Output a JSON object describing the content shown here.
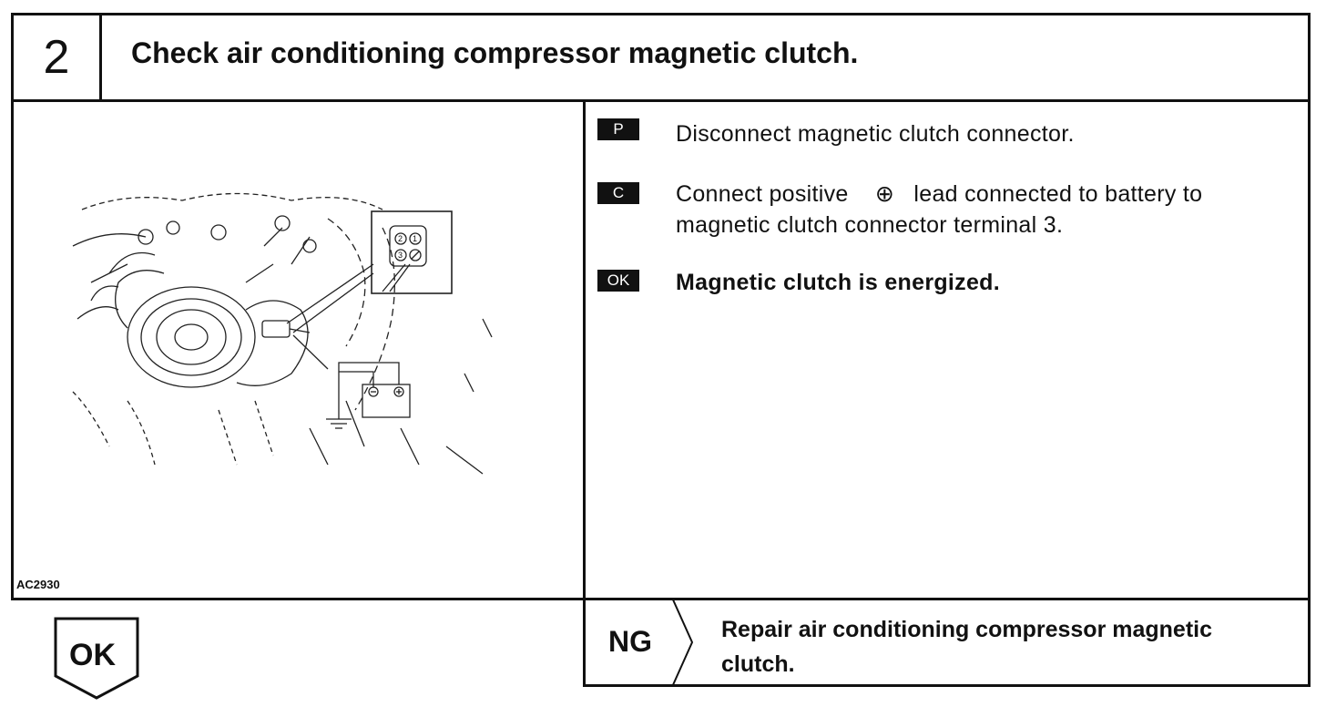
{
  "step": {
    "number": "2",
    "title": "Check air conditioning compressor magnetic clutch."
  },
  "figure": {
    "label": "AC2930",
    "connector_terminals": [
      "2",
      "1",
      "3"
    ]
  },
  "instructions": [
    {
      "badge": "P",
      "text": "Disconnect magnetic clutch connector."
    },
    {
      "badge": "C",
      "line1_a": "Connect positive",
      "symbol": "⊕",
      "line1_b": "lead connected to battery to",
      "line2": "magnetic clutch connector terminal 3."
    },
    {
      "badge": "OK",
      "text": "Magnetic clutch is energized."
    }
  ],
  "result": {
    "ng_label": "NG",
    "ng_line1": "Repair air conditioning compressor magnetic",
    "ng_line2": "clutch.",
    "ok_label": "OK"
  }
}
